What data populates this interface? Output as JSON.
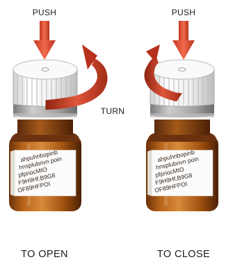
{
  "diagram": {
    "left_panel": {
      "push_label": "PUSH",
      "caption": "TO OPEN",
      "bottle_label_lines": [
        "ahpuhnbopinb",
        "hnsplubrivn poin",
        "pfpriocMIO",
        "F9H9Hf,B9G8",
        "OF89HFPOI"
      ]
    },
    "right_panel": {
      "push_label": "PUSH",
      "caption": "TO CLOSE",
      "bottle_label_lines": [
        "ahpuhnbopinb",
        "hnsplubrivn poin",
        "pfpriocMIO",
        "F9H9Hf,B9G8",
        "OF89HFPOI"
      ]
    },
    "turn_label": "TURN",
    "colors": {
      "arrow_red": "#d9442c",
      "arrow_dark": "#8e2412",
      "cap_white": "#f4f4f4",
      "ring_gray": "#9a9a9a",
      "bottle_amber": "#b8651a",
      "bottle_dark": "#5a2a0c",
      "label_white": "#fbfbfb"
    }
  }
}
